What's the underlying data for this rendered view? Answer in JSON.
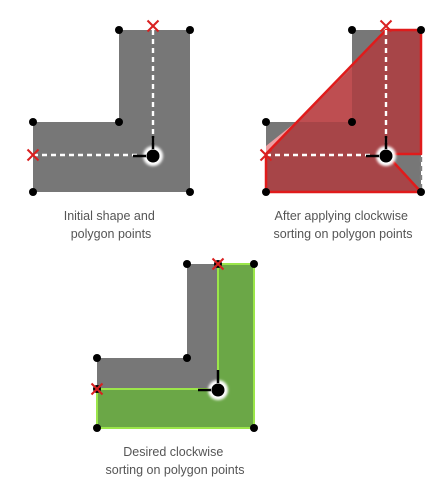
{
  "panels": [
    {
      "id": "initial",
      "caption_lines": [
        "Initial shape and",
        "polygon points"
      ]
    },
    {
      "id": "clockwise",
      "caption_lines": [
        "After applying clockwise",
        "sorting on polygon points"
      ]
    },
    {
      "id": "desired",
      "caption_lines": [
        "Desired clockwise",
        "sorting on polygon points"
      ]
    }
  ],
  "colors": {
    "shape_gray": "#777777",
    "wrong_fill": "#b23a3e",
    "wrong_overlap": "#f3a0a3",
    "wrong_stroke": "#e01b1b",
    "correct_fill": "#6aaa44",
    "correct_stroke": "#9be64a",
    "marker_x": "#d92020",
    "point": "#000000",
    "dashed_line": "#ffffff",
    "caption_text": "#555555"
  },
  "icons": {
    "start_point": "x-mark-icon",
    "center": "center-point-icon"
  }
}
